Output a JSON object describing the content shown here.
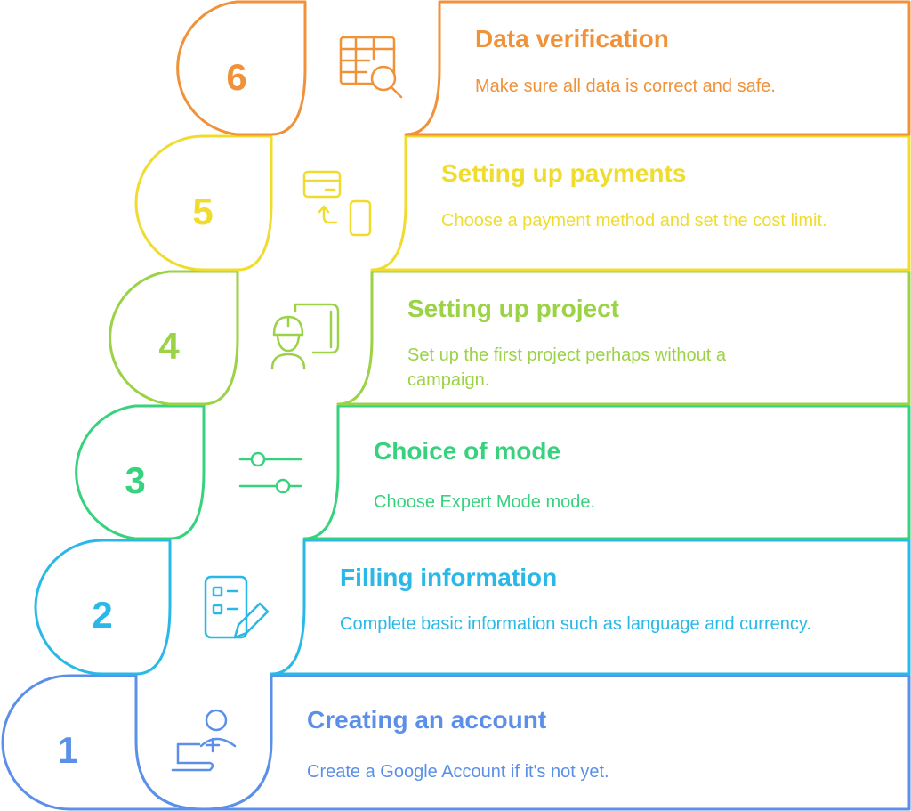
{
  "colors": {
    "step1": "#5B8FE8",
    "step2": "#29B8E8",
    "step3": "#38D17E",
    "step4": "#9BD246",
    "step5": "#F0DC2E",
    "step6": "#F0923A"
  },
  "steps": [
    {
      "number": "1",
      "title": "Creating an account",
      "description": "Create a Google Account if it's not yet.",
      "icon": "user-add-laptop-icon"
    },
    {
      "number": "2",
      "title": "Filling information",
      "description": "Complete basic information such as language and currency.",
      "icon": "checklist-pencil-icon"
    },
    {
      "number": "3",
      "title": "Choice of mode",
      "description": "Choose Expert Mode mode.",
      "icon": "sliders-icon"
    },
    {
      "number": "4",
      "title": "Setting up project",
      "description": "Set up the first project perhaps without a campaign.",
      "icon": "engineer-blueprint-icon"
    },
    {
      "number": "5",
      "title": "Setting up payments",
      "description": "Choose a payment method and set the cost limit.",
      "icon": "card-phone-payment-icon"
    },
    {
      "number": "6",
      "title": "Data verification",
      "description": "Make sure all data is correct and safe.",
      "icon": "table-magnifier-icon"
    }
  ]
}
